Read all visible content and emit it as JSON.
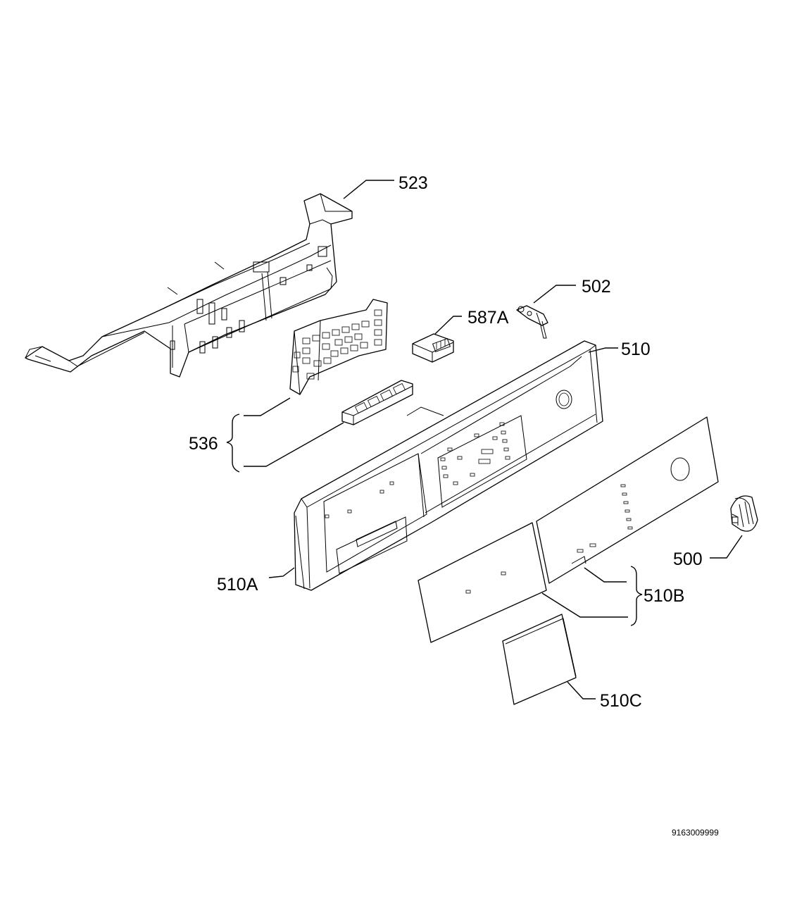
{
  "labels": {
    "p523": "523",
    "p502": "502",
    "p587A": "587A",
    "p510": "510",
    "p536": "536",
    "p500": "500",
    "p510A": "510A",
    "p510B": "510B",
    "p510C": "510C"
  },
  "document_number": "9163009999"
}
